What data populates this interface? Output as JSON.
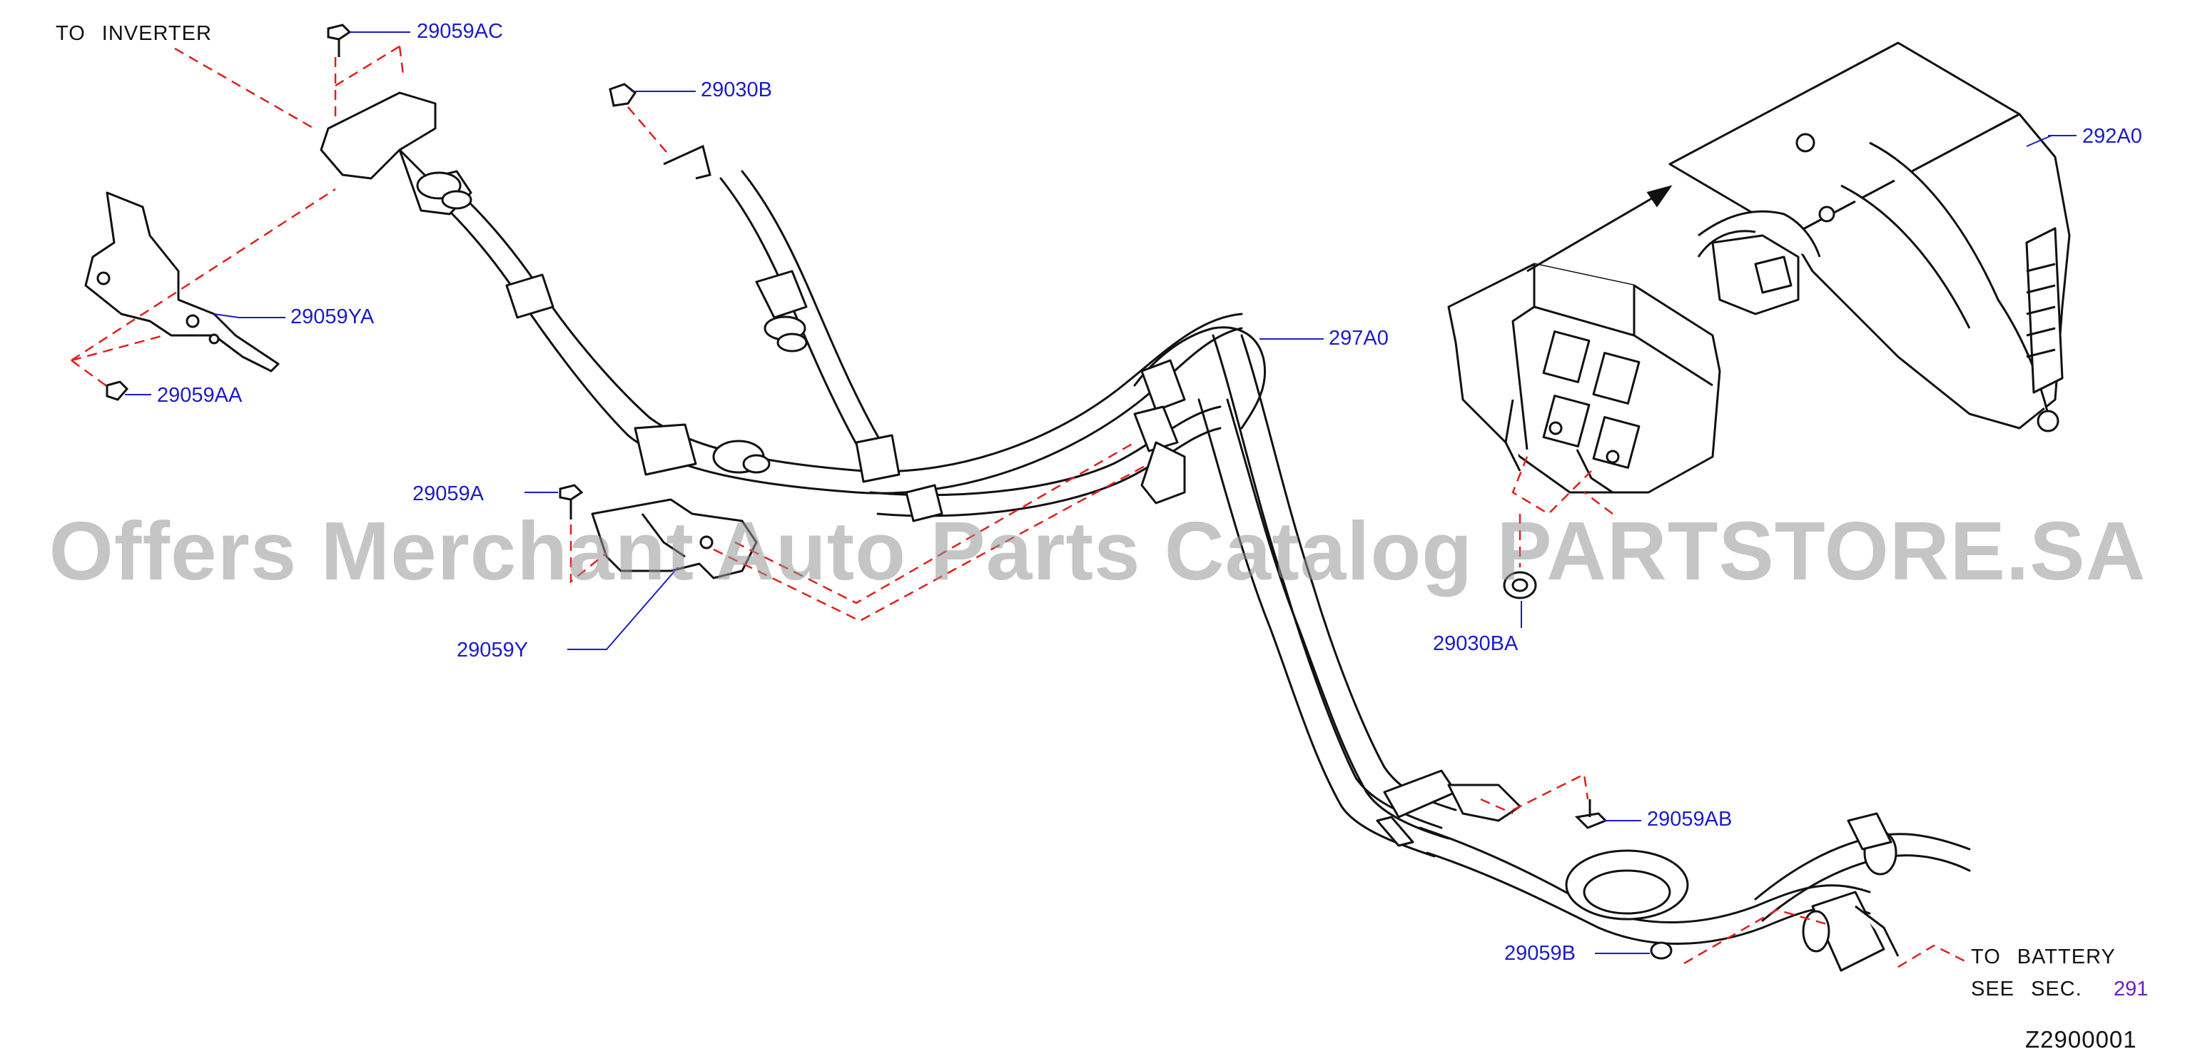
{
  "diagram": {
    "watermark": "Offers Merchant Auto Parts Catalog PARTSTORE.SA",
    "diagram_id": "Z2900001",
    "notes": {
      "to_inverter": "TO INVERTER",
      "to_battery": "TO BATTERY",
      "see_sec_prefix": "SEE SEC.",
      "see_sec_number": "291"
    },
    "parts": [
      {
        "id": "29059AC",
        "label": "29059AC"
      },
      {
        "id": "29030B",
        "label": "29030B"
      },
      {
        "id": "292A0",
        "label": "292A0"
      },
      {
        "id": "29059YA",
        "label": "29059YA"
      },
      {
        "id": "297A0",
        "label": "297A0"
      },
      {
        "id": "29059AA",
        "label": "29059AA"
      },
      {
        "id": "29059A",
        "label": "29059A"
      },
      {
        "id": "29059Y",
        "label": "29059Y"
      },
      {
        "id": "29030BA",
        "label": "29030BA"
      },
      {
        "id": "29059AB",
        "label": "29059AB"
      },
      {
        "id": "29059B",
        "label": "29059B"
      }
    ],
    "colors": {
      "part_label": "#1c1cc8",
      "section_link": "#6a1fc8",
      "leader_line": "#1c1cc8",
      "dashed_line": "#e0201c",
      "drawing": "#111111"
    }
  }
}
